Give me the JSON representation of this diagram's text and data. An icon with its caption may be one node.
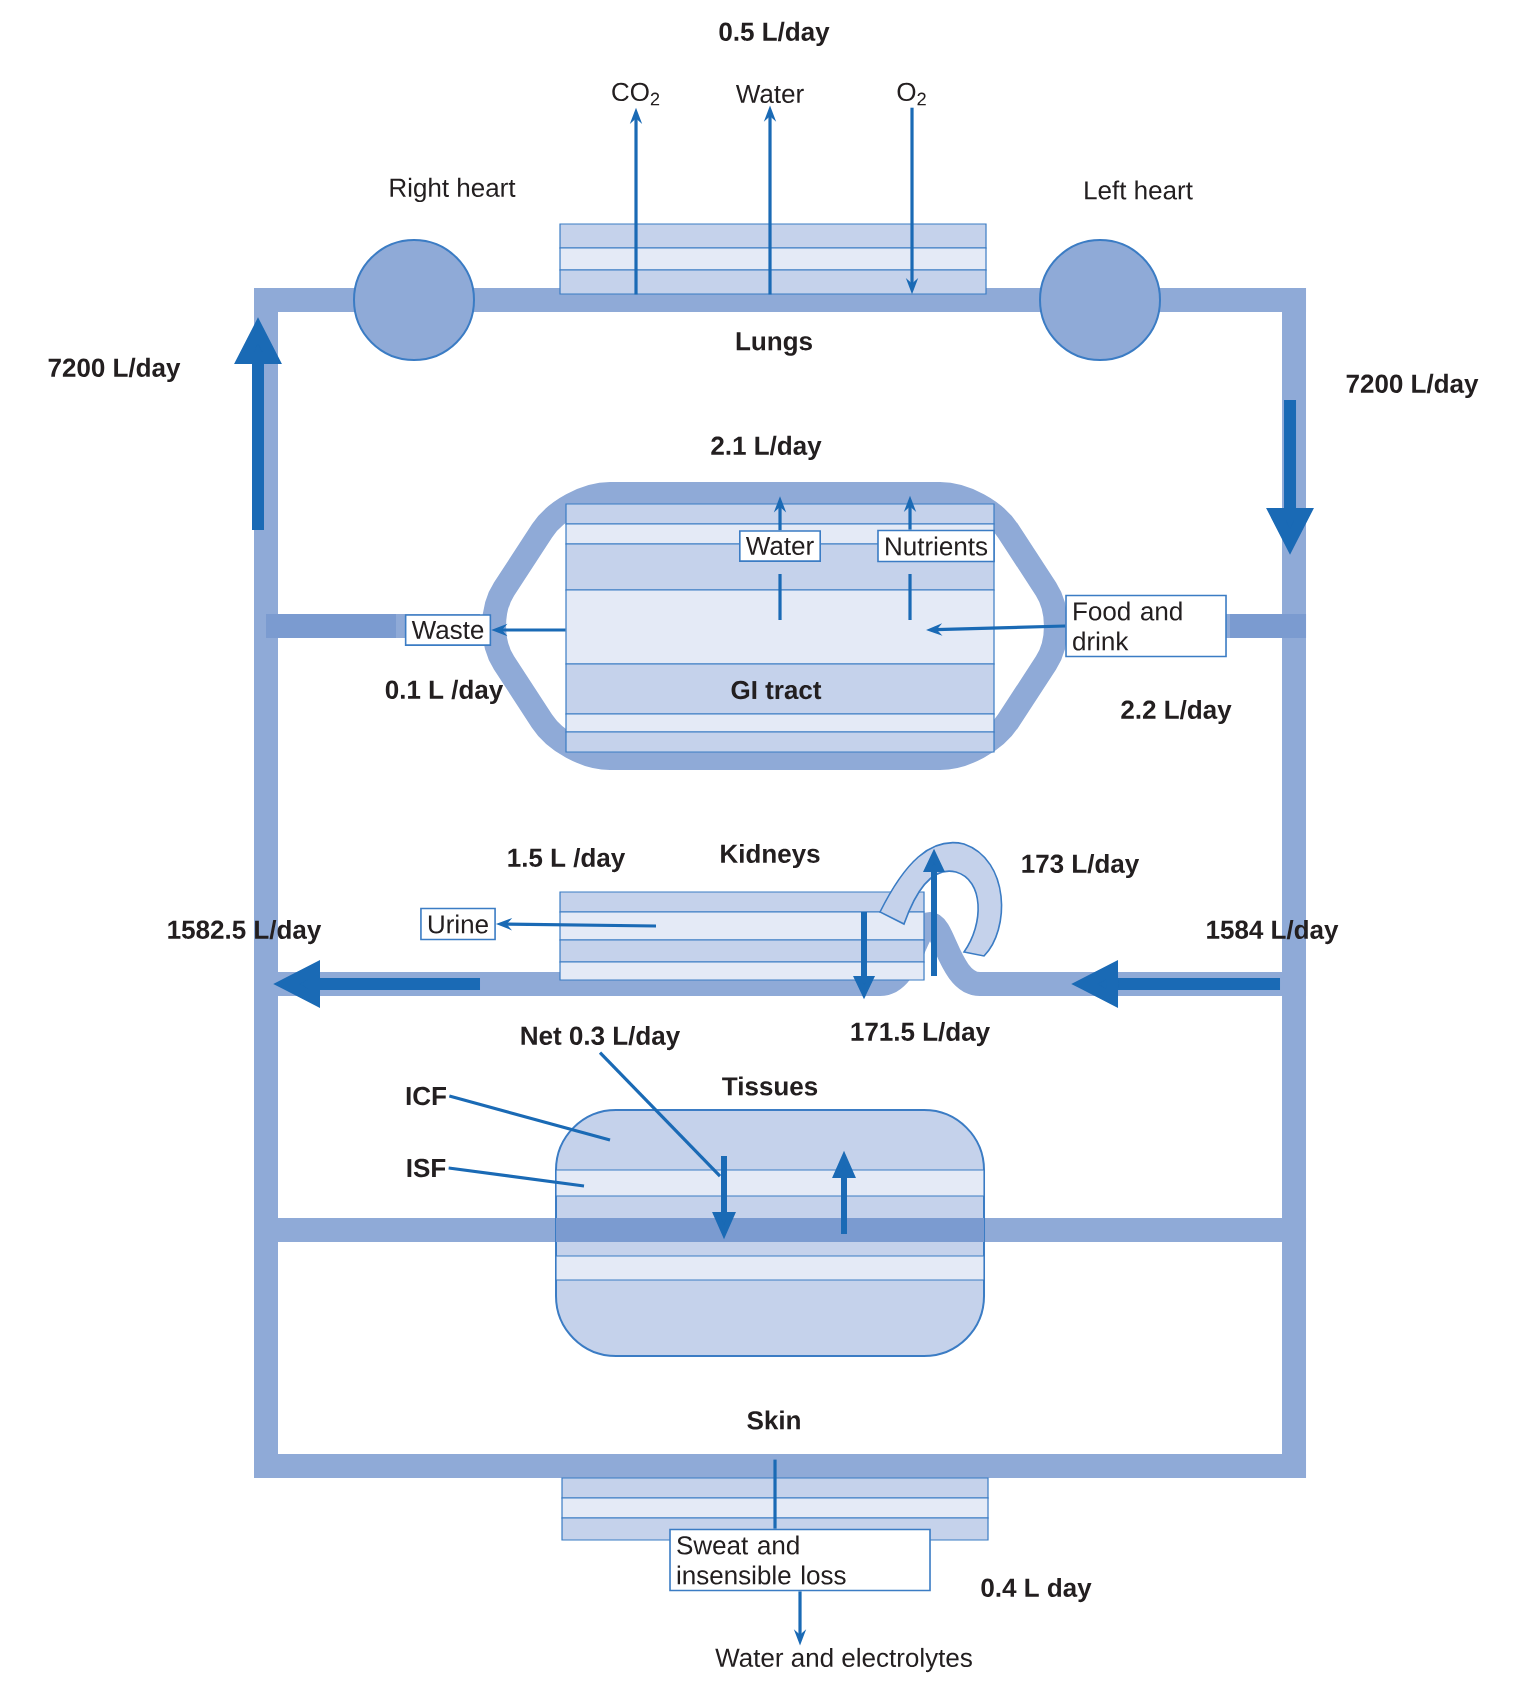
{
  "diagram": {
    "nodes": [
      {
        "text": [
          "CO$_{2}$"
        ]
      },
      {
        "text": [
          "Water"
        ]
      },
      {
        "text": [
          "O$_{2}$"
        ]
      },
      {
        "text": [
          "Right heart"
        ]
      },
      {
        "text": [
          "Lungs"
        ]
      },
      {
        "text": [
          "Left heart"
        ]
      },
      {
        "text": [
          "GI tract"
        ]
      },
      {
        "text": [
          "Water"
        ],
        "in": 6
      },
      {
        "text": [
          "Nutrients"
        ],
        "in": 6
      },
      {
        "text": [
          "Waste"
        ]
      },
      {
        "text": [
          "Food and drink"
        ]
      },
      {
        "text": [
          "Kidneys"
        ]
      },
      {
        "text": [
          "Urine"
        ]
      },
      {
        "text": [
          "Net 0.3 L/day"
        ]
      },
      {
        "text": [
          "ICF"
        ]
      },
      {
        "text": [
          "ISF"
        ]
      },
      {
        "text": [
          "Tissues"
        ]
      },
      {
        "text": [
          "Skin"
        ]
      },
      {
        "text": [
          "Sweat and insensible loss"
        ]
      },
      {
        "text": [
          "Water and electrolytes"
        ]
      }
    ],
    "edges": [
      {
        "from": 4,
        "to": 0,
        "arrow": "to"
      },
      {
        "from": 4,
        "to": 1,
        "arrow": "to"
      },
      {
        "from": 2,
        "to": 4,
        "arrow": "to"
      },
      {
        "from": 6,
        "to": 9,
        "arrow": "to"
      },
      {
        "from": 10,
        "to": null,
        "arrow": "to"
      },
      {
        "from": 7,
        "to": null,
        "arrow": "to"
      },
      {
        "from": 8,
        "to": null,
        "arrow": "to"
      },
      {
        "from": 11,
        "to": 12,
        "arrow": "to"
      },
      {
        "from": 13,
        "to": 16,
        "arrow": "none"
      },
      {
        "from": 14,
        "to": 16,
        "arrow": "none"
      },
      {
        "from": 15,
        "to": 16,
        "arrow": "none"
      },
      {
        "from": 17,
        "to": 18,
        "arrow": "none"
      },
      {
        "from": 18,
        "to": 19,
        "arrow": "to"
      }
    ],
    "labels": [
      "0.5 L/day",
      "7200 L/day",
      "7200 L/day",
      "2.1 L/day",
      "0.1 L /day",
      "2.2 L/day",
      "1.5 L /day",
      "173 L/day",
      "1582.5 L/day",
      "1584 L/day",
      "171.5 L/day",
      "0.4 L day"
    ]
  }
}
